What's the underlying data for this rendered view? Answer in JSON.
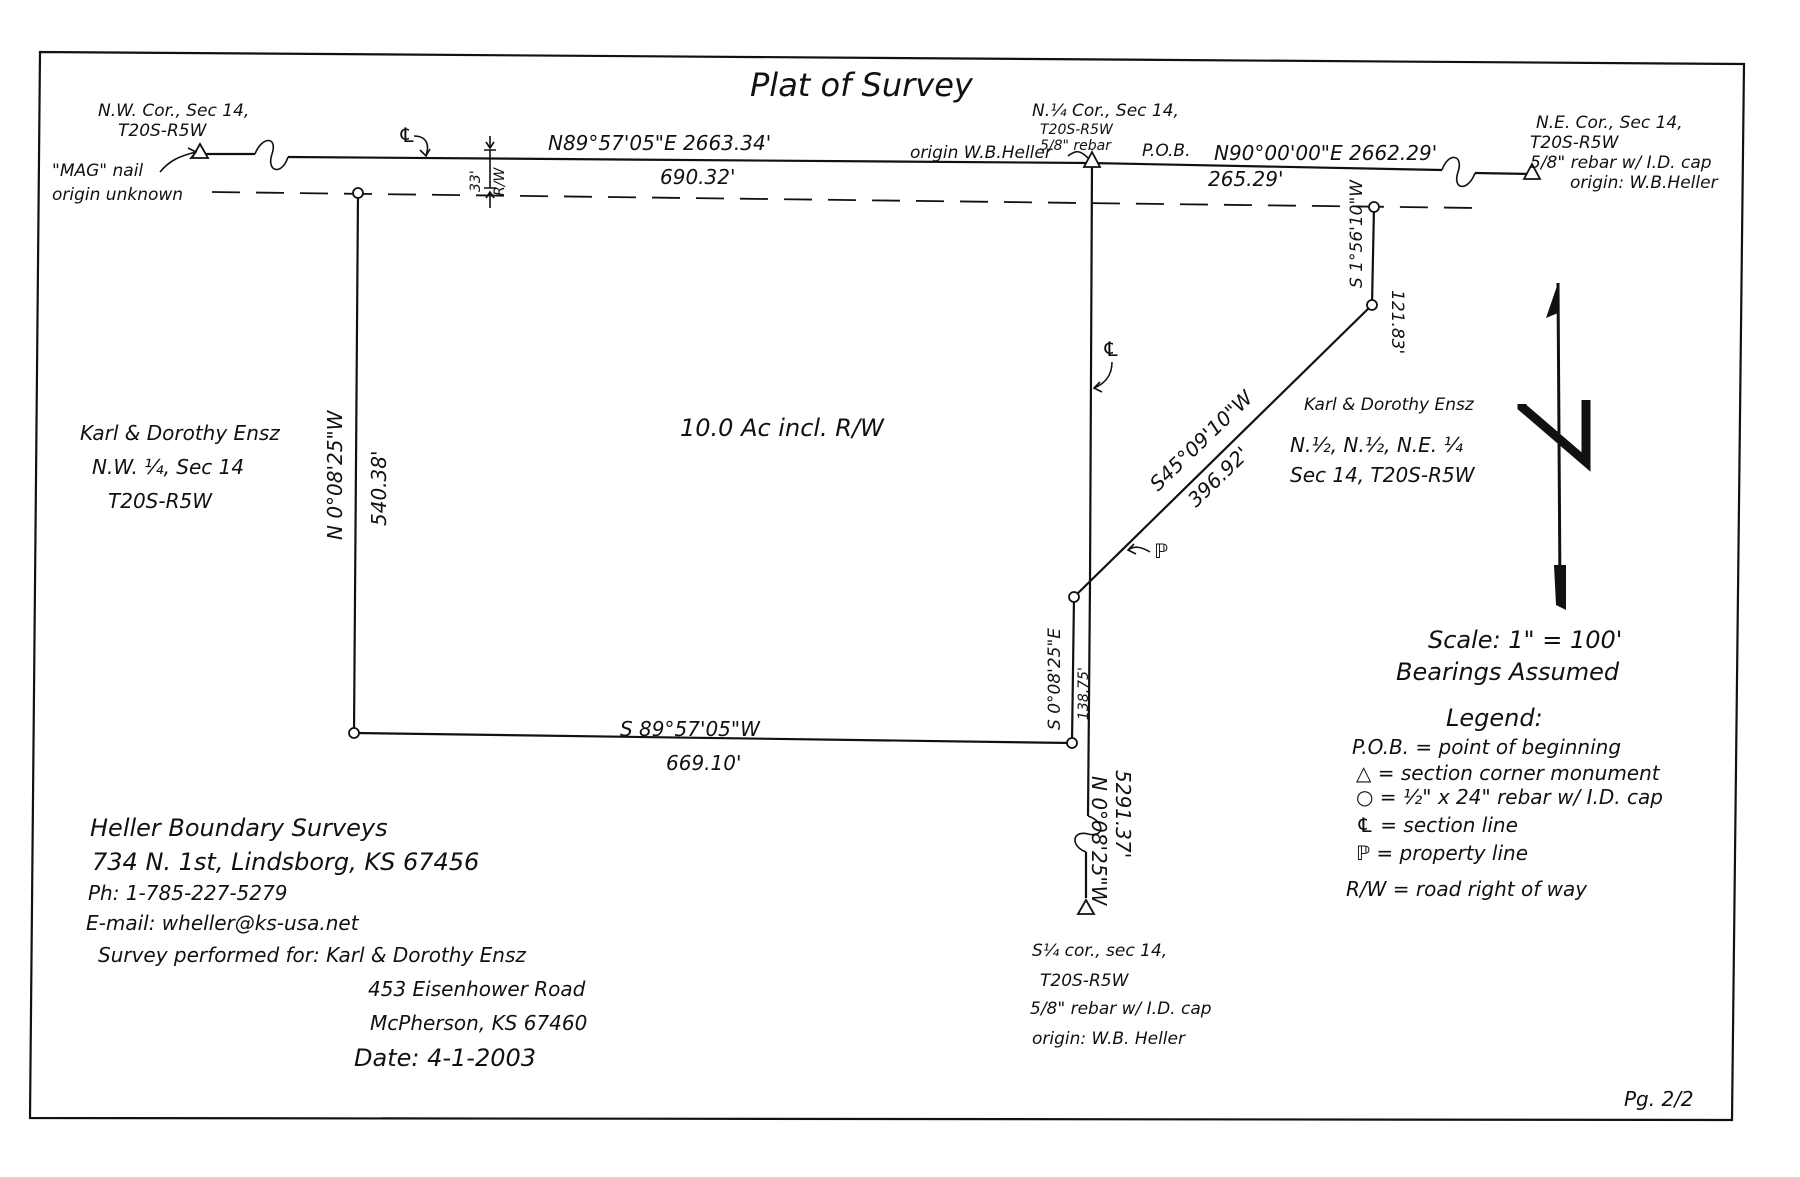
{
  "title": "Plat of Survey",
  "corners": {
    "nw": {
      "line1": "N.W. Cor., Sec 14,",
      "line2": "T20S-R5W"
    },
    "n_quarter": {
      "line1": "N.¼ Cor., Sec 14,",
      "line2": "T20S-R5W",
      "line3": "5/8\" rebar",
      "line4": "origin W.B.Heller"
    },
    "ne": {
      "line1": "N.E. Cor., Sec 14,",
      "line2": "T20S-R5W",
      "line3": "5/8\" rebar w/ I.D. cap",
      "line4": "origin: W.B.Heller"
    },
    "s_quarter": {
      "line1": "S¼ cor., sec 14,",
      "line2": "T20S-R5W",
      "line3": "5/8\" rebar w/ I.D. cap",
      "line4": "origin: W.B. Heller"
    }
  },
  "mag_nail": {
    "line1": "\"MAG\" nail",
    "line2": "origin unknown"
  },
  "pob": "P.O.B.",
  "section_line_symbol": "℄",
  "property_line_symbol": "ℙ",
  "row_label": {
    "a": "33'",
    "b": "R/W"
  },
  "bearings": {
    "north_west_total": "N89°57'05\"E  2663.34'",
    "north_west_part": "690.32'",
    "north_east_total": "N90°00'00\"E  2662.29'",
    "north_east_part": "265.29'",
    "west_bearing": "N 0°08'25\"W",
    "west_dist": "540.38'",
    "south_bearing": "S 89°57'05\"W",
    "south_dist": "669.10'",
    "east_short_bearing": "S 0°08'25\"E",
    "east_short_dist": "138.75'",
    "quarter_line_bearing": "N 0°08'25\"W",
    "quarter_line_dist": "5291.37'",
    "diag_bearing": "S45°09'10\"W",
    "diag_dist": "396.92'",
    "ne_short_bearing": "S 1°56'10\"W",
    "ne_short_dist": "121.83'"
  },
  "area_label": "10.0 Ac incl. R/W",
  "owners_west": {
    "line1": "Karl & Dorothy Ensz",
    "line2": "N.W. ¼, Sec 14",
    "line3": "T20S-R5W"
  },
  "owners_east": {
    "line1": "Karl & Dorothy Ensz",
    "line2": "N.½, N.½, N.E. ¼",
    "line3": "Sec 14, T20S-R5W"
  },
  "north_arrow_letter": "N",
  "scale": "Scale:  1\" = 100'",
  "bearings_note": "Bearings Assumed",
  "legend": {
    "heading": "Legend:",
    "items": [
      "P.O.B. = point of beginning",
      "△ = section corner monument",
      "○ = ½\" x 24\" rebar w/ I.D. cap",
      "℄ = section line",
      "ℙ = property line",
      "R/W = road right of way"
    ]
  },
  "surveyor": {
    "name": "Heller Boundary Surveys",
    "address": "734 N. 1st, Lindsborg, KS 67456",
    "phone": "Ph: 1-785-227-5279",
    "email": "E-mail: wheller@ks-usa.net",
    "performed_for": "Survey performed for:  Karl & Dorothy Ensz",
    "client_street": "453 Eisenhower Road",
    "client_city": "McPherson,  KS  67460",
    "date": "Date:  4-1-2003"
  },
  "page": "Pg. 2/2"
}
